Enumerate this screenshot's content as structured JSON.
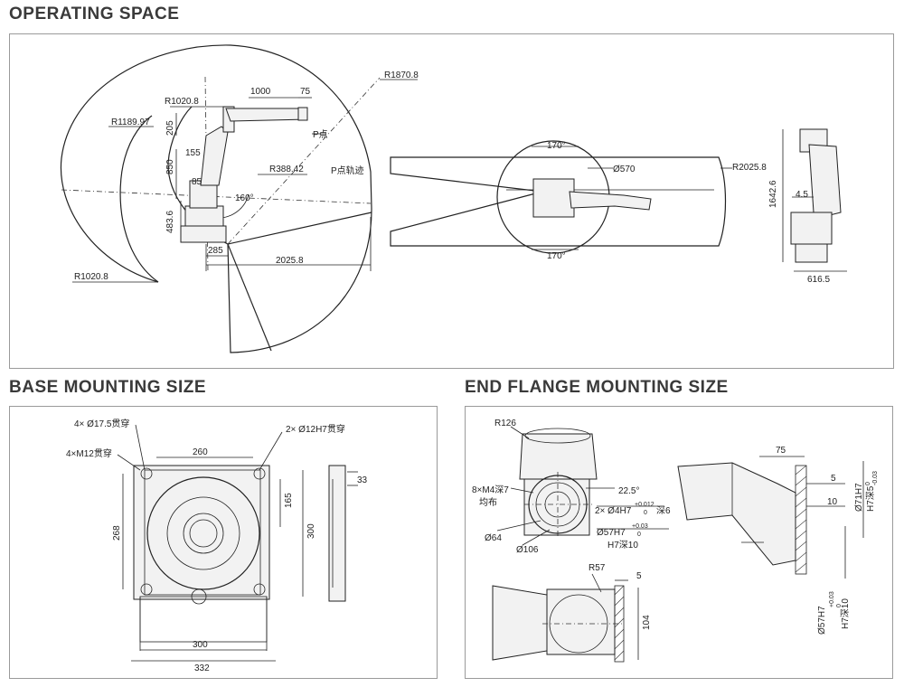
{
  "titles": {
    "operating": "OPERATING SPACE",
    "base": "BASE MOUNTING SIZE",
    "flange": "END FLANGE MOUNTING SIZE"
  },
  "operating": {
    "side": {
      "r1870": "R1870.8",
      "r1020_top": "R1020.8",
      "r1189": "R1189.97",
      "d1000": "1000",
      "d75": "75",
      "d205": "205",
      "d155": "155",
      "d850": "850",
      "d85": "85",
      "r388": "R388.42",
      "a160": "160°",
      "d483": "483.6",
      "d285": "285",
      "d2025": "2025.8",
      "r1020_bottom": "R1020.8",
      "p_point": "P点",
      "p_path": "P点轨迹"
    },
    "top": {
      "a170_top": "170°",
      "a170_bottom": "170°",
      "d570": "Ø570",
      "r2025": "R2025.8"
    },
    "front": {
      "d1642": "1642.6",
      "d45": "4.5",
      "d616": "616.5"
    }
  },
  "base": {
    "holes_175": "4× Ø17.5贯穿",
    "holes_m12": "4×M12贯穿",
    "pins": "2× Ø12H7贯穿",
    "d260": "260",
    "d268": "268",
    "d165": "165",
    "d300v": "300",
    "d33": "33",
    "d300h": "300",
    "d332": "332"
  },
  "flange": {
    "r126": "R126",
    "m4": "8×M4深7",
    "m4_note": "均布",
    "a225": "22.5°",
    "pin": "2× Ø4H7",
    "pin_tol_top": "+0.012",
    "pin_tol_bottom": "0",
    "pin_depth": "深6",
    "d64": "Ø64",
    "d106": "Ø106",
    "d57": "Ø57H7",
    "d57_tol_top": "+0.03",
    "d57_tol_bottom": "0",
    "d57_depth": "H7深10",
    "d75": "75",
    "d5_top": "5",
    "d10": "10",
    "d71": "Ø71H7",
    "d71_tol_top": "0",
    "d71_tol_bottom": "-0.03",
    "d71_depth": "H7深5",
    "r57": "R57",
    "d5_bottom": "5",
    "d104": "104",
    "d57b": "Ø57H7",
    "d57b_tol_top": "+0.03",
    "d57b_tol_bottom": "0",
    "d57b_depth": "H7深10"
  }
}
